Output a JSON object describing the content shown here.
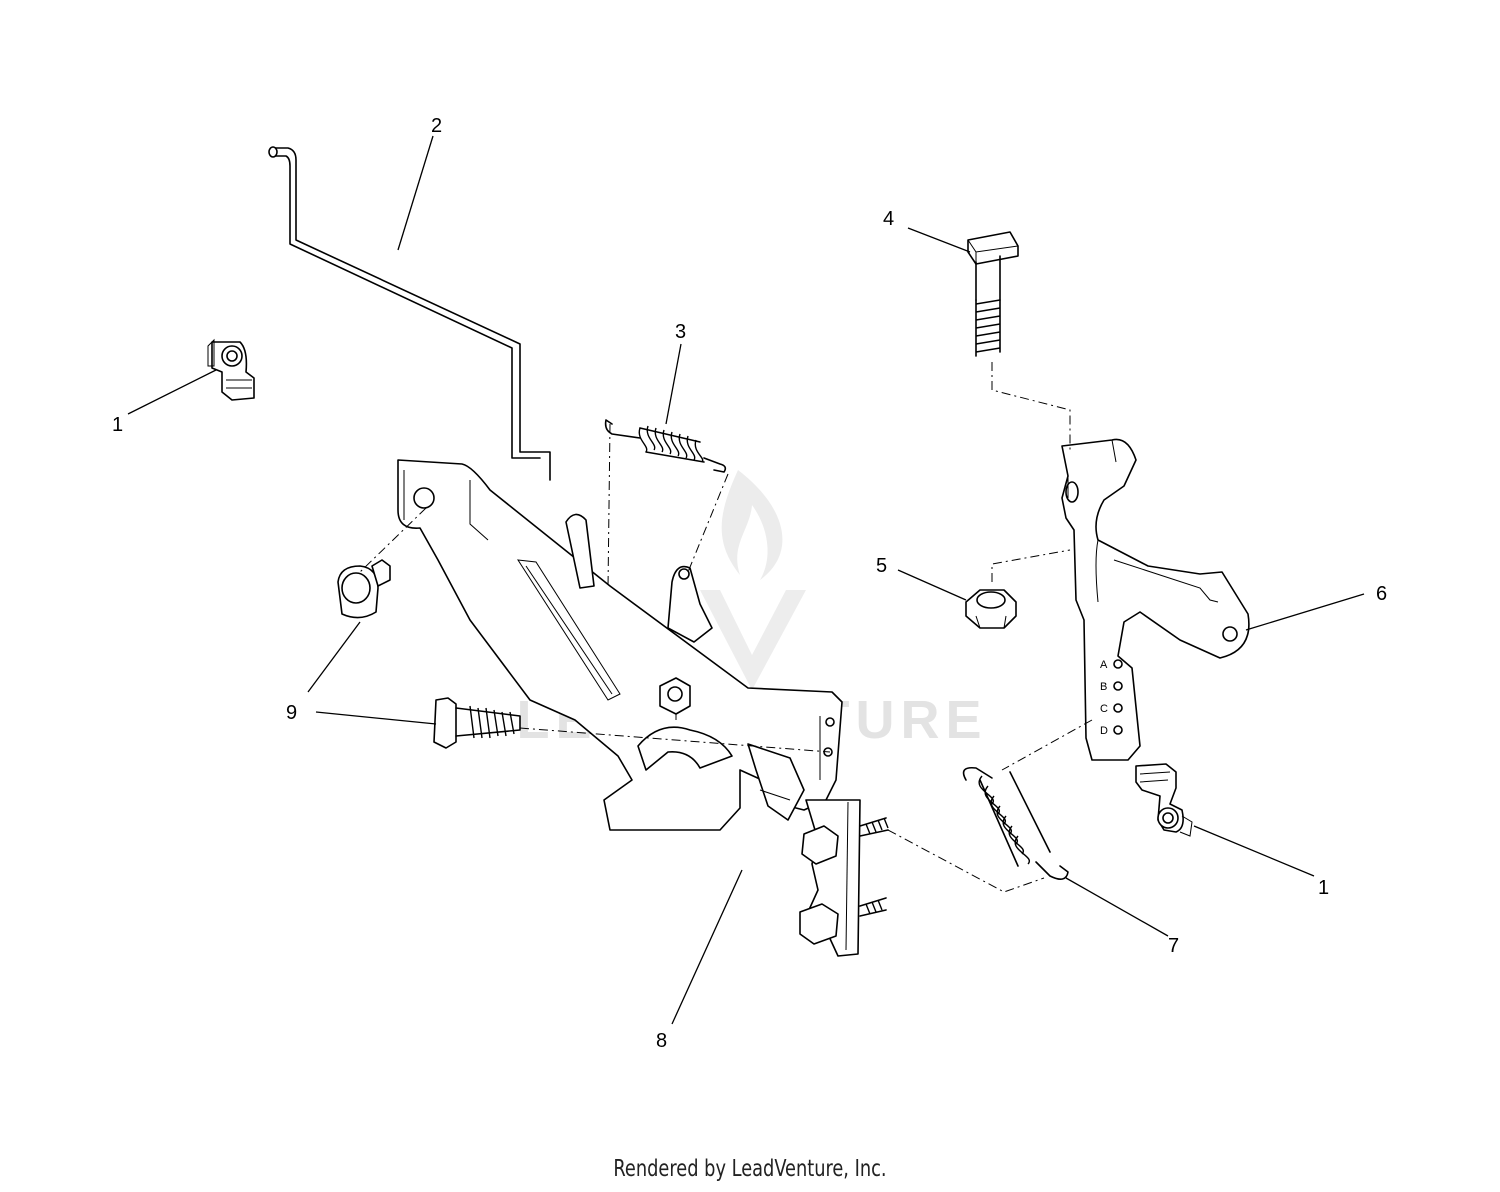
{
  "diagram": {
    "callouts": [
      "1",
      "2",
      "3",
      "4",
      "5",
      "6",
      "7",
      "8",
      "9",
      "1"
    ],
    "bracket_hole_letters": [
      "A",
      "B",
      "C",
      "D"
    ],
    "watermark_text": "LEADVENTURE"
  },
  "footer": {
    "text": "Rendered by LeadVenture, Inc."
  }
}
